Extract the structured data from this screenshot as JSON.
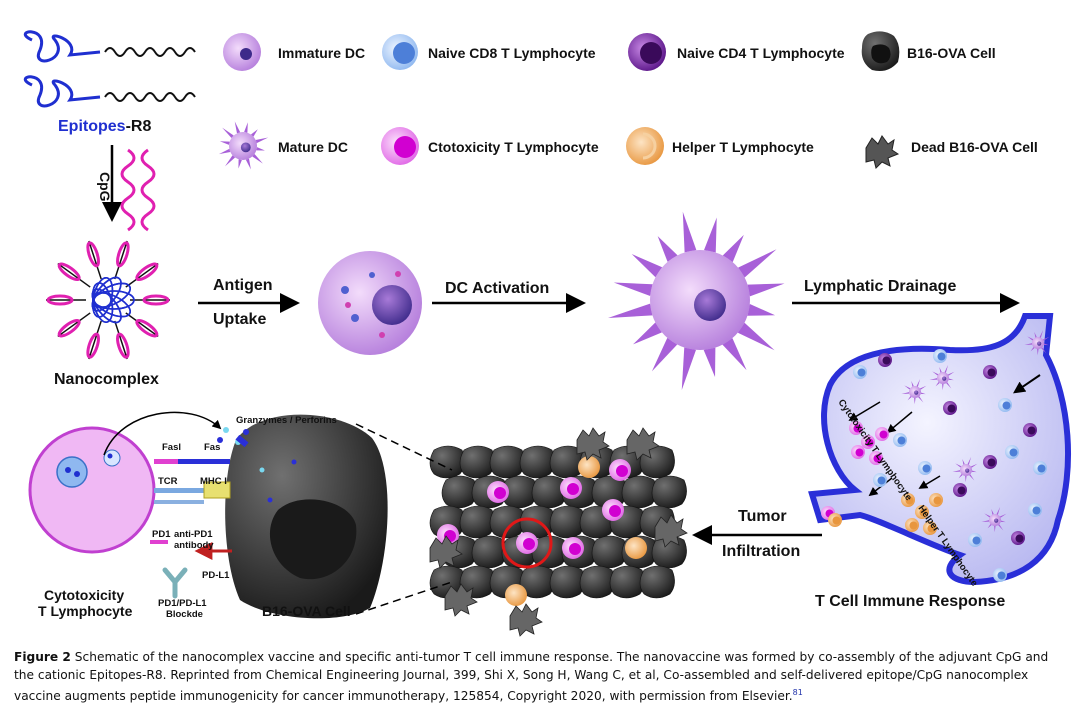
{
  "legend": {
    "immature_dc": "Immature DC",
    "naive_cd8": "Naive CD8 T Lymphocyte",
    "naive_cd4": "Naive CD4 T Lymphocyte",
    "b16_ova": "B16-OVA Cell",
    "mature_dc": "Mature DC",
    "ctotoxicity": "Ctotoxicity T Lymphocyte",
    "helper": "Helper T Lymphocyte",
    "dead_b16": "Dead B16-OVA Cell"
  },
  "left": {
    "epitopes": "Epitopes",
    "r8": "-R8",
    "cpg": "CpG",
    "nanocomplex": "Nanocomplex"
  },
  "steps": {
    "antigen": "Antigen",
    "uptake": "Uptake",
    "dc_activation": "DC Activation",
    "lymphatic": "Lymphatic Drainage",
    "tumor": "Tumor",
    "infiltration": "Infiltration"
  },
  "node": {
    "cyto_label": "Cytotoxicity T Lymphocyte",
    "helper_label": "Helper T Lymphocyte",
    "t_cell_response": "T Cell Immune Response"
  },
  "synapse": {
    "granzymes": "Granzymes / Perforins",
    "fasl": "Fasl",
    "fas": "Fas",
    "tcr": "TCR",
    "mhc": "MHC I",
    "pd1": "PD1",
    "anti_pd1": "anti-PD1",
    "antibody": "antibody",
    "pdl1": "PD-L1",
    "blockade_1": "PD1/PD-L1",
    "blockade_2": "Blockde",
    "cyto_1": "Cytotoxicity",
    "cyto_2": "T Lymphocyte",
    "b16": "B16-OVA Cell"
  },
  "caption": {
    "label": "Figure 2",
    "text": "Schematic of the nanocomplex vaccine and specific anti-tumor T cell immune response. The nanovaccine was formed by co-assembly of the adjuvant CpG and the cationic Epitopes-R8. Reprinted from Chemical Engineering Journal, 399, Shi X, Song H, Wang C, et al, Co-assembled and self-delivered epitope/CpG nanocomplex vaccine augments peptide immunogenicity for cancer immunotherapy, 125854, Copyright 2020, with permission from Elsevier.",
    "ref": "81"
  },
  "colors": {
    "dc_purple": "#b57edc",
    "cd8_blue": "#8fb8f0",
    "cd4_purple": "#6a1b9a",
    "ctl_pink": "#e066e6",
    "helper_orange": "#f0a14a",
    "tumor_dark": "#333333",
    "epitope_blue": "#1f2fd0",
    "cpg_pink": "#e020b0",
    "lymph_blue": "#2a2fd8"
  }
}
